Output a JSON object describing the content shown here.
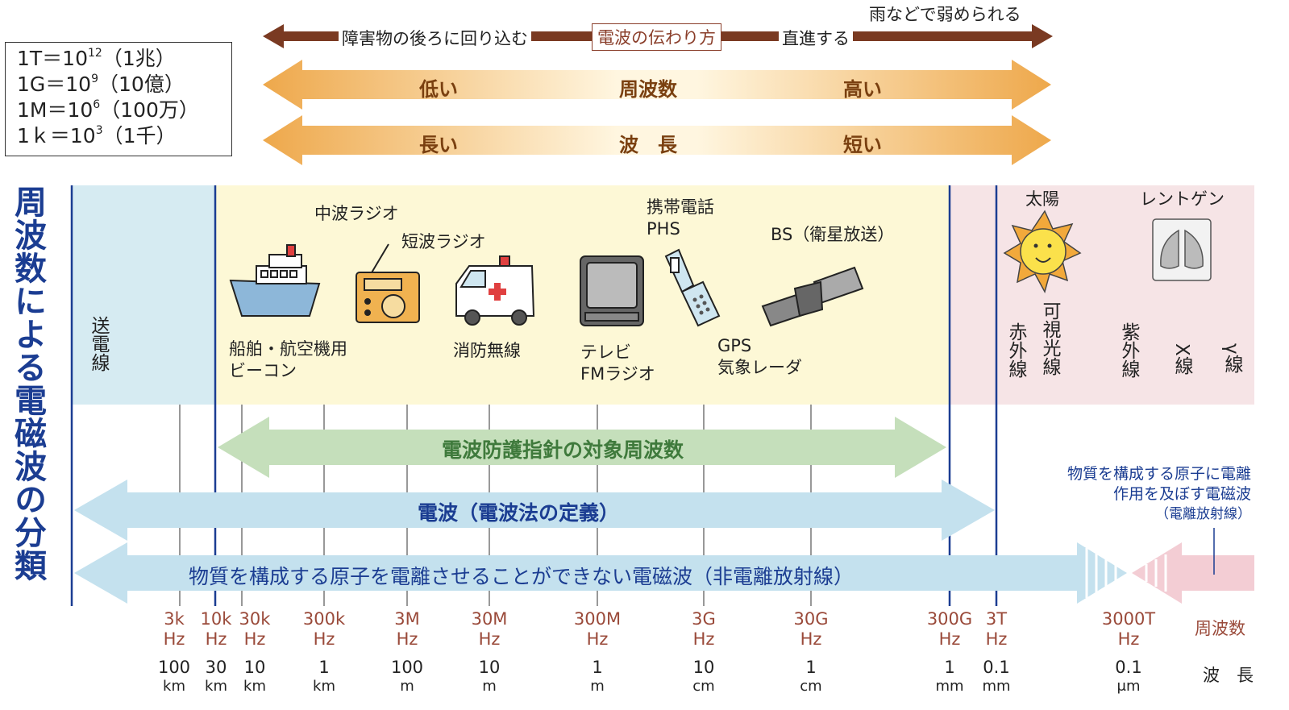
{
  "units": [
    {
      "base": "1T＝10",
      "exp": "12",
      "note": "（1兆）"
    },
    {
      "base": "1G＝10",
      "exp": "9",
      "note": "（10億）"
    },
    {
      "base": "1M＝10",
      "exp": "6",
      "note": "（100万）"
    },
    {
      "base": "1ｋ＝10",
      "exp": "3",
      "note": "（1千）"
    }
  ],
  "side_title": "周波数による電磁波の分類",
  "propagation": {
    "left": "障害物の後ろに回り込む",
    "title": "電波の伝わり方",
    "middle": "直進する",
    "right": "雨などで弱められる"
  },
  "frequency_band": {
    "low": "低い",
    "label": "周波数",
    "high": "高い"
  },
  "wavelength_band": {
    "long": "長い",
    "label": "波　長",
    "short": "短い"
  },
  "regions": {
    "power_line": "送電線"
  },
  "applications": {
    "ship_beacon_1": "船舶・航空機用",
    "ship_beacon_2": "ビーコン",
    "mw_radio": "中波ラジオ",
    "sw_radio": "短波ラジオ",
    "fire": "消防無線",
    "tv": "テレビ",
    "fm": "FMラジオ",
    "mobile_1": "携帯電話",
    "mobile_2": "PHS",
    "bs": "BS（衛星放送）",
    "gps": "GPS",
    "radar": "気象レーダ",
    "sun": "太陽",
    "xray_photo": "レントゲン",
    "infrared": "赤外線",
    "visible": "可視光線",
    "uv": "紫外線",
    "xray": "X線",
    "gamma": "γ線"
  },
  "arrows": {
    "guideline": "電波防護指針の対象周波数",
    "radio_law": "電波（電波法の定義）",
    "non_ionizing": "物質を構成する原子を電離させることができない電磁波（非電離放射線）"
  },
  "ionizing_note": {
    "line1": "物質を構成する原子に電離",
    "line2": "作用を及ぼす電磁波",
    "line3": "（電離放射線）"
  },
  "axis": {
    "freq_label": "周波数",
    "wave_label": "波　長",
    "ticks": [
      {
        "freq": "3k",
        "funit": "Hz",
        "wave": "100",
        "wunit": "km"
      },
      {
        "freq": "10k",
        "funit": "Hz",
        "wave": "30",
        "wunit": "km"
      },
      {
        "freq": "30k",
        "funit": "Hz",
        "wave": "10",
        "wunit": "km"
      },
      {
        "freq": "300k",
        "funit": "Hz",
        "wave": "1",
        "wunit": "km"
      },
      {
        "freq": "3M",
        "funit": "Hz",
        "wave": "100",
        "wunit": "m"
      },
      {
        "freq": "30M",
        "funit": "Hz",
        "wave": "10",
        "wunit": "m"
      },
      {
        "freq": "300M",
        "funit": "Hz",
        "wave": "1",
        "wunit": "m"
      },
      {
        "freq": "3G",
        "funit": "Hz",
        "wave": "10",
        "wunit": "cm"
      },
      {
        "freq": "30G",
        "funit": "Hz",
        "wave": "1",
        "wunit": "cm"
      },
      {
        "freq": "300G",
        "funit": "Hz",
        "wave": "1",
        "wunit": "mm"
      },
      {
        "freq": "3T",
        "funit": "Hz",
        "wave": "0.1",
        "wunit": "mm"
      },
      {
        "freq": "3000T",
        "funit": "Hz",
        "wave": "0.1",
        "wunit": "μm"
      }
    ]
  },
  "colors": {
    "power_bg": "#d6ebf2",
    "radio_bg": "#fdf8d6",
    "ion_bg": "#f6e4e6",
    "brown_arrow": "#7a3a22",
    "gold_arrow": "#f0b25a",
    "green_arrow": "#c5dfbb",
    "blue_arrow": "#c4e1ee",
    "title_blue": "#1b3d92"
  }
}
